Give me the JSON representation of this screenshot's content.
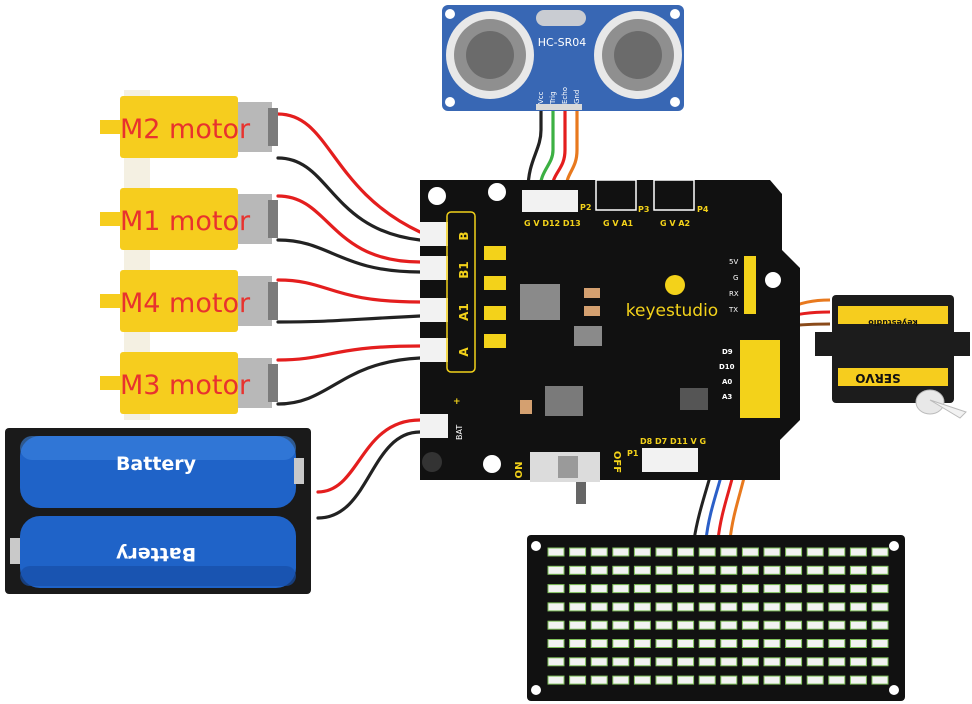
{
  "motors": [
    {
      "label": "M2 motor"
    },
    {
      "label": "M1 motor"
    },
    {
      "label": "M4 motor"
    },
    {
      "label": "M3 motor"
    }
  ],
  "motor_ports": [
    "B",
    "B1",
    "A1",
    "A"
  ],
  "battery": {
    "label_top": "Battery",
    "label_bottom": "Battery"
  },
  "sensor": {
    "model": "HC-SR04",
    "pins": [
      "Vcc",
      "Trig",
      "Echo",
      "Gnd"
    ]
  },
  "board": {
    "brand": "keyestudio",
    "ports": [
      {
        "name": "P2",
        "pins": "G V D12 D13"
      },
      {
        "name": "P3",
        "pins": "G V A1"
      },
      {
        "name": "P4",
        "pins": "G V A2"
      }
    ],
    "serial_pins": [
      "5V",
      "G",
      "RX",
      "TX"
    ],
    "side_pins": [
      "D9",
      "D10",
      "A0",
      "A3"
    ],
    "p1": {
      "name": "P1",
      "pins": "D8 D7 D11 V G"
    },
    "switch": {
      "on": "ON",
      "off": "OFF"
    },
    "bat": "BAT",
    "plus": "+"
  },
  "servo": {
    "label": "SERVO",
    "brand": "keyestudio"
  },
  "led_matrix": {
    "rows": 8,
    "cols": 16
  },
  "colors": {
    "board": "#111111",
    "motor_yellow": "#f6cd1e",
    "battery_blue": "#1f63c8",
    "sensor_blue": "#3867b4",
    "wire_red": "#e41e1e",
    "wire_black": "#222222",
    "wire_green": "#3cb043",
    "wire_orange": "#e8791e",
    "wire_blue": "#2b5fc8",
    "label_red": "#e8322e"
  }
}
